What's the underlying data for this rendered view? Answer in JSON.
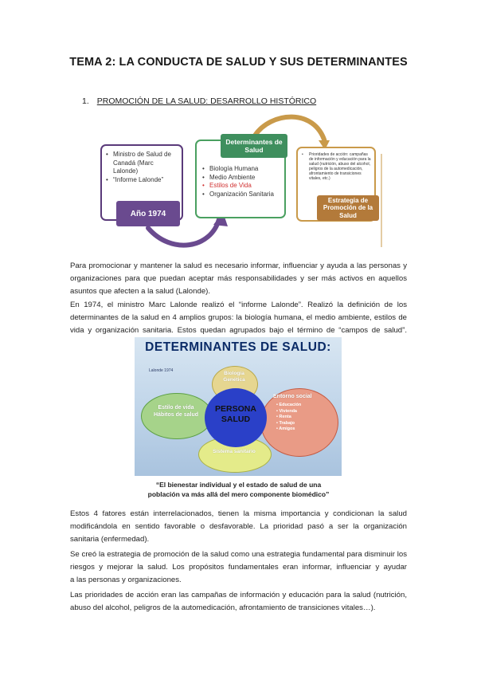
{
  "title": "TEMA 2: LA CONDUCTA DE SALUD Y SUS DETERMINANTES",
  "section": {
    "number": "1.",
    "text": "PROMOCIÓN DE LA SALUD: DESARROLLO HISTÓRICO"
  },
  "diagram1": {
    "box1": {
      "items": [
        "Ministro de Salud de Canadá (Marc Lalonde)",
        "“Informe Lalonde”"
      ],
      "tab": "Año 1974"
    },
    "box2": {
      "tab": "Determinantes de Salud",
      "items": [
        "Biología Humana",
        "Medio Ambiente",
        "Estilos de Vida",
        "Organización Sanitaria"
      ]
    },
    "box3": {
      "items": [
        "Prioridades de acción: campañas de información y educación para la salud (nutrición, abuso del alcohol, peligros de la automedicación, afrontamiento de transiciones vitales, etc.)"
      ],
      "tab": "Estrategia de Promoción de la Salud"
    },
    "colors": {
      "purple": "#6a4a8f",
      "green": "#3f8f5e",
      "orange": "#b37a3a",
      "highlight": "#d03030"
    }
  },
  "paragraphs": {
    "p1": [
      "Para promocionar y mantener la salud es necesario informar, influenciar y ayuda a las personas",
      "y organizaciones para que puedan aceptar más responsabilidades y ser más activos en aquellos",
      "asuntos que afecten a la salud (Lalonde)."
    ],
    "p2": [
      "En 1974, el ministro Marc Lalonde realizó el “informe Lalonde”. Realizó la definición de los",
      "determinantes de la salud en 4 amplios grupos: la biología humana, el medio ambiente, estilos",
      "de vida y organización sanitaria. Estos quedan agrupados bajo el término de “campos de salud”."
    ],
    "p3": [
      "Estos 4 fatores están interrelacionados, tienen la misma importancia y condicionan la salud",
      "modificándola en sentido favorable o desfavorable. La prioridad pasó a ser la organización",
      "sanitaria (enfermedad)."
    ],
    "p4": [
      "Se creó la estrategia de promoción de la salud como una estrategia fundamental para disminuir",
      "los riesgos y mejorar la salud. Los propósitos fundamentales eran informar, influenciar y ayudar",
      "a las personas y organizaciones."
    ],
    "p5": [
      "Las prioridades de acción eran las campañas de información y educación para la salud (nutrición,",
      "abuso del alcohol, peligros de la automedicación, afrontamiento de transiciones vitales…)."
    ]
  },
  "diagram2": {
    "header": "DETERMINANTES DE SALUD:",
    "year": "Lalonde 1974",
    "biologia": [
      "Biología",
      "Genética"
    ],
    "estilo": [
      "Estilo de vida",
      "Hábitos de salud"
    ],
    "persona": [
      "PERSONA",
      "SALUD"
    ],
    "entorno_title": "Entorno social",
    "entorno_items": [
      "Educación",
      "Vivienda",
      "Renta",
      "Trabajo",
      "Amigos"
    ],
    "sistema": "Sistema sanitario",
    "quote": [
      "“El bienestar individual y el estado de salud de una",
      "población va más allá del mero componente biomédico”"
    ]
  }
}
